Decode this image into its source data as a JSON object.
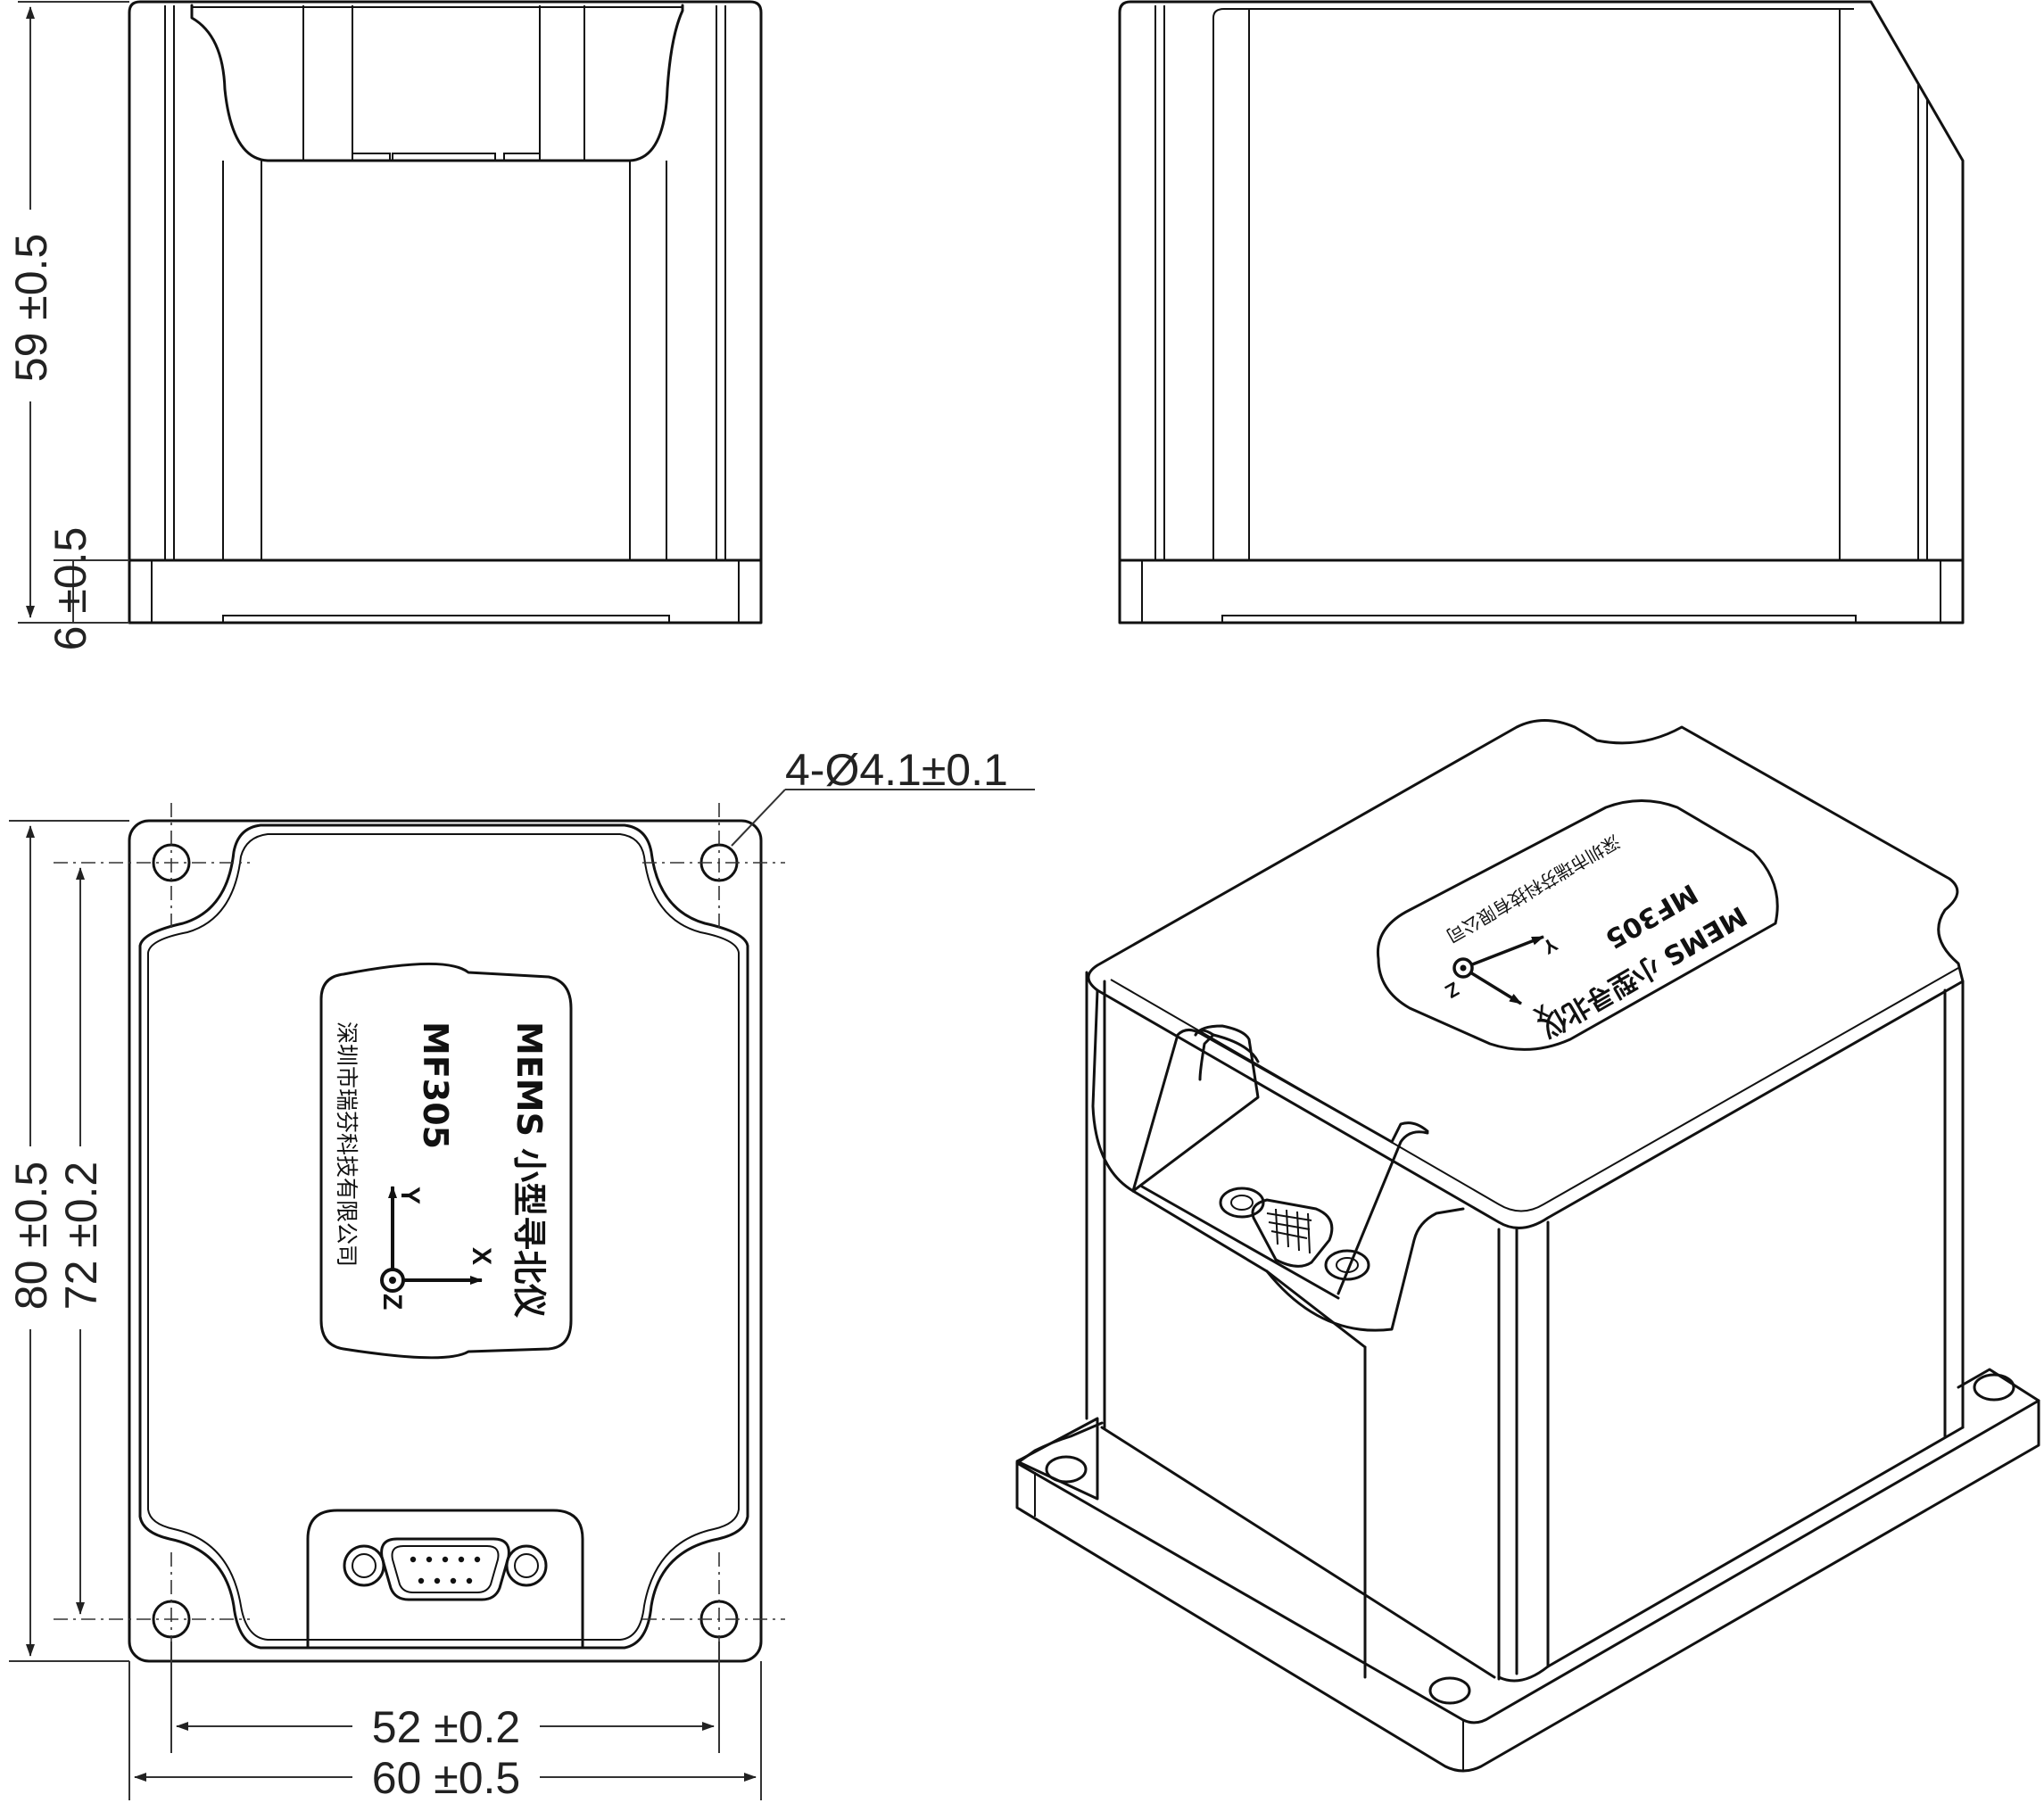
{
  "dimensions": {
    "height_total": "59 ±0.5",
    "base_height": "6 ±0.5",
    "hole_spec": "4-Ø4.1±0.1",
    "length_total": "80 ±0.5",
    "length_holes": "72 ±0.2",
    "width_holes": "52 ±0.2",
    "width_total": "60 ±0.5"
  },
  "product_label": {
    "title": "MEMS 小型寻北仪",
    "model": "MF305",
    "company": "深圳市瑞芬科技有限公司",
    "axis_x": "X",
    "axis_y": "Y",
    "axis_z": "Z"
  }
}
